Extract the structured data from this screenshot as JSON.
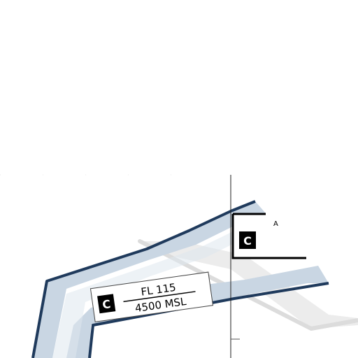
{
  "map": {
    "airspace_label": {
      "class_letter": "C",
      "ceiling": "FL 115",
      "floor": "4500 MSL"
    },
    "airspace_label_2": {
      "class_letter": "C",
      "partial_text": "A"
    },
    "colors": {
      "boundary_outline": "#1f3a5c",
      "boundary_fill": "#c9d6e3",
      "background": "#ffffff",
      "shadow_line": "#e6e6e6",
      "label_box": "#ffffff",
      "class_badge": "#000000"
    }
  }
}
